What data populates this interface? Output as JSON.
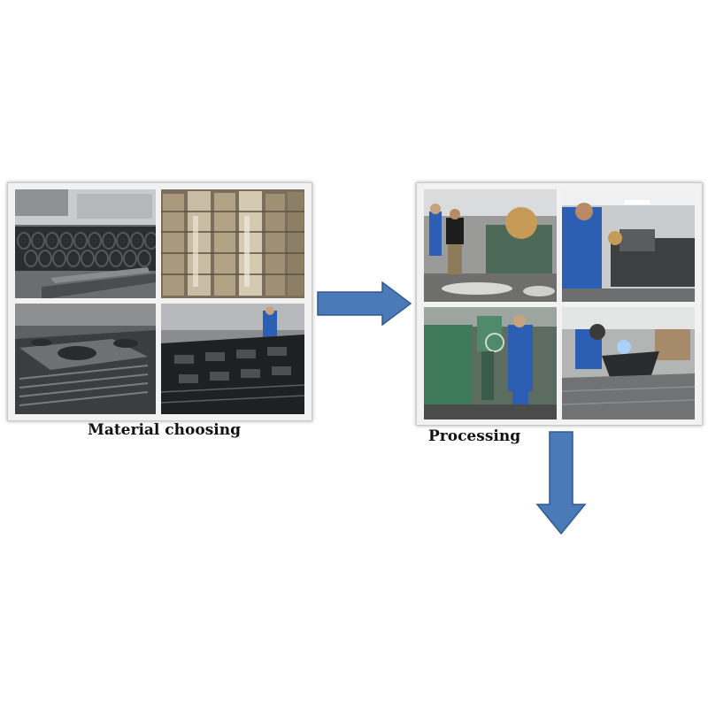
{
  "steps": [
    {
      "caption": "Material choosing"
    },
    {
      "caption": "Processing"
    }
  ],
  "photos": {
    "material": [
      {
        "subject": "stacked steel rings"
      },
      {
        "subject": "stacked metal cylinders"
      },
      {
        "subject": "cut steel plates with round holes"
      },
      {
        "subject": "cut steel frames with worker"
      }
    ],
    "processing": [
      {
        "subject": "workers at lathe"
      },
      {
        "subject": "worker at lathe"
      },
      {
        "subject": "worker at drill press"
      },
      {
        "subject": "worker welding"
      }
    ]
  },
  "colors": {
    "arrow_fill": "#4a7ab8",
    "arrow_stroke": "#2f5a93",
    "worker_blue": "#2c5fb3",
    "machine_green": "#3f7a5a"
  },
  "icons": {
    "flow_right": "arrow-right-icon",
    "flow_down": "arrow-down-icon"
  }
}
